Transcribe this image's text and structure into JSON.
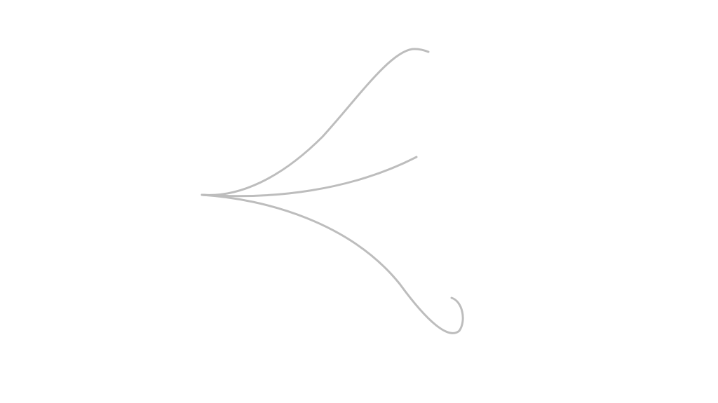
{
  "diagram": {
    "background_color": "#ffffff",
    "line_color": "#bdbdbd",
    "strokes": [
      {
        "name": "upper-curve"
      },
      {
        "name": "middle-curve"
      },
      {
        "name": "lower-curve"
      }
    ]
  }
}
